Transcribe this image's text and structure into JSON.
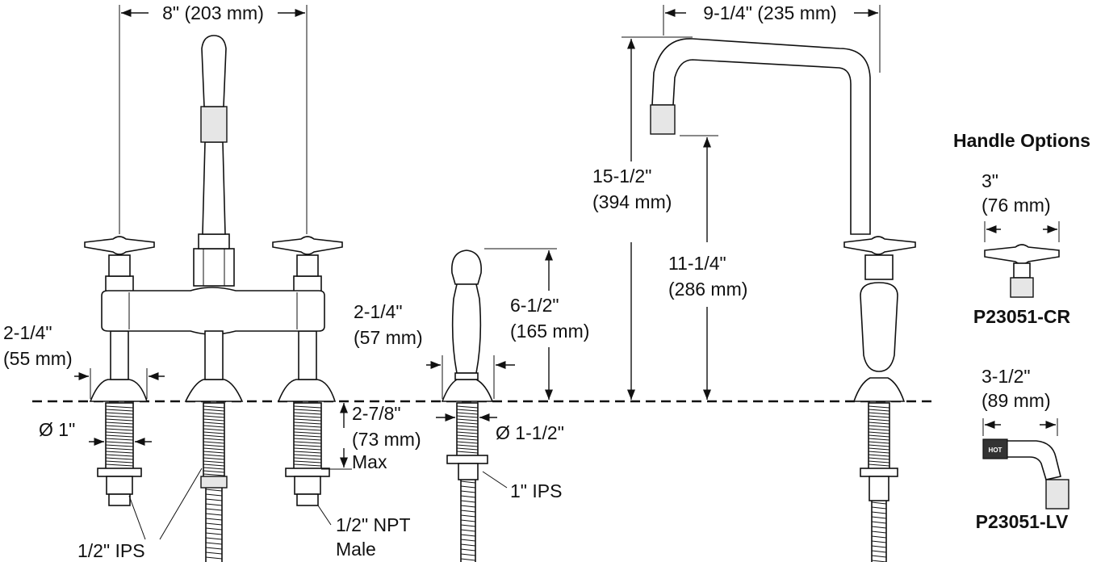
{
  "diagram": {
    "dimensions": {
      "spread": "8\" (203 mm)",
      "spout_reach": "9-1/4\" (235 mm)",
      "overall_height_in": "15-1/2\"",
      "overall_height_mm": "(394 mm)",
      "spout_height_in": "11-1/4\"",
      "spout_height_mm": "(286 mm)",
      "base_width_in": "2-1/4\"",
      "base_width_mm": "(55 mm)",
      "shank_diameter": "Ø 1\"",
      "sprayer_width_in": "2-1/4\"",
      "sprayer_width_mm": "(57 mm)",
      "sprayer_height_in": "6-1/2\"",
      "sprayer_height_mm": "(165 mm)",
      "deck_thickness_in": "2-7/8\"",
      "deck_thickness_mm": "(73 mm)",
      "deck_thickness_note": "Max",
      "sprayer_hole": "Ø 1-1/2\""
    },
    "connections": {
      "supply_ips": "1/2\" IPS",
      "npt_line1": "1/2\" NPT",
      "npt_line2": "Male",
      "sprayer_ips": "1\" IPS"
    },
    "handle_options": {
      "title": "Handle Options",
      "cross": {
        "width_in": "3\"",
        "width_mm": "(76 mm)",
        "model": "P23051-CR"
      },
      "lever": {
        "width_in": "3-1/2\"",
        "width_mm": "(89 mm)",
        "model": "P23051-LV",
        "label": "HOT"
      }
    }
  }
}
